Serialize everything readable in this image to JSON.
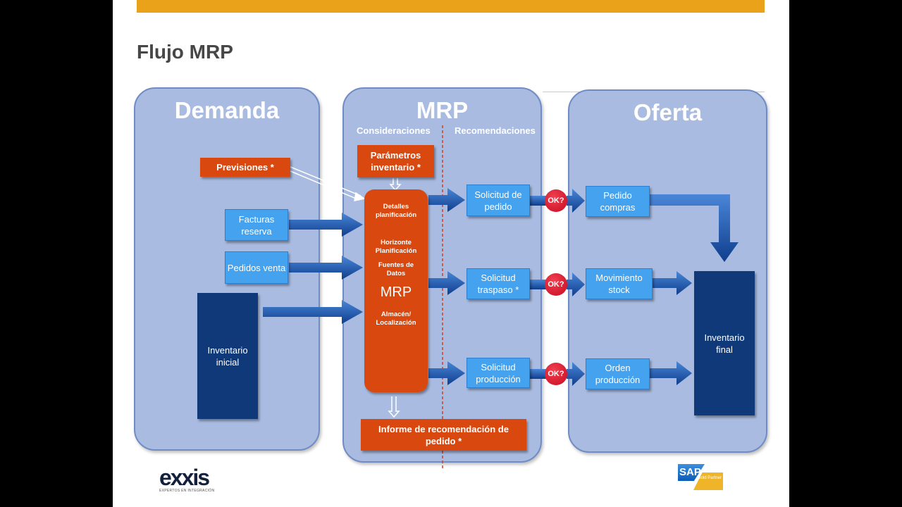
{
  "title": "Flujo MRP",
  "columns": {
    "demanda": "Demanda",
    "mrp": "MRP",
    "oferta": "Oferta"
  },
  "mrp_sections": {
    "left": "Consideraciones",
    "right": "Recomendaciones"
  },
  "demanda": {
    "previsiones": "Previsiones *",
    "facturas": "Facturas reserva",
    "pedidos": "Pedidos venta",
    "inventario": "Inventario inicial"
  },
  "mrp": {
    "parametros": "Parámetros inventario *",
    "core_items": [
      "Detalles planificación",
      "Horizonte Planificación",
      "Fuentes de Datos"
    ],
    "core_title": "MRP",
    "core_last": "Almacén/ Localización",
    "informe": "Informe de recomendación de pedido *"
  },
  "recomendaciones": [
    "Solicitud de pedido",
    "Solicitud traspaso *",
    "Solicitud producción"
  ],
  "ok_label": "OK?",
  "oferta": {
    "items": [
      "Pedido compras",
      "Movimiento stock",
      "Orden producción"
    ],
    "inventario": "Inventario final"
  },
  "logos": {
    "left": "exxis",
    "left_tagline": "EXPERTOS EN INTEGRACIÓN",
    "right": "SAP",
    "right_badge": "Gold Partner"
  },
  "colors": {
    "accent_bar": "#E9A21A",
    "orange": "#D9480F",
    "light_blue": "#45A2EE",
    "navy": "#10397A",
    "panel": "#A9BBE0",
    "ok_red": "#C80A20"
  }
}
